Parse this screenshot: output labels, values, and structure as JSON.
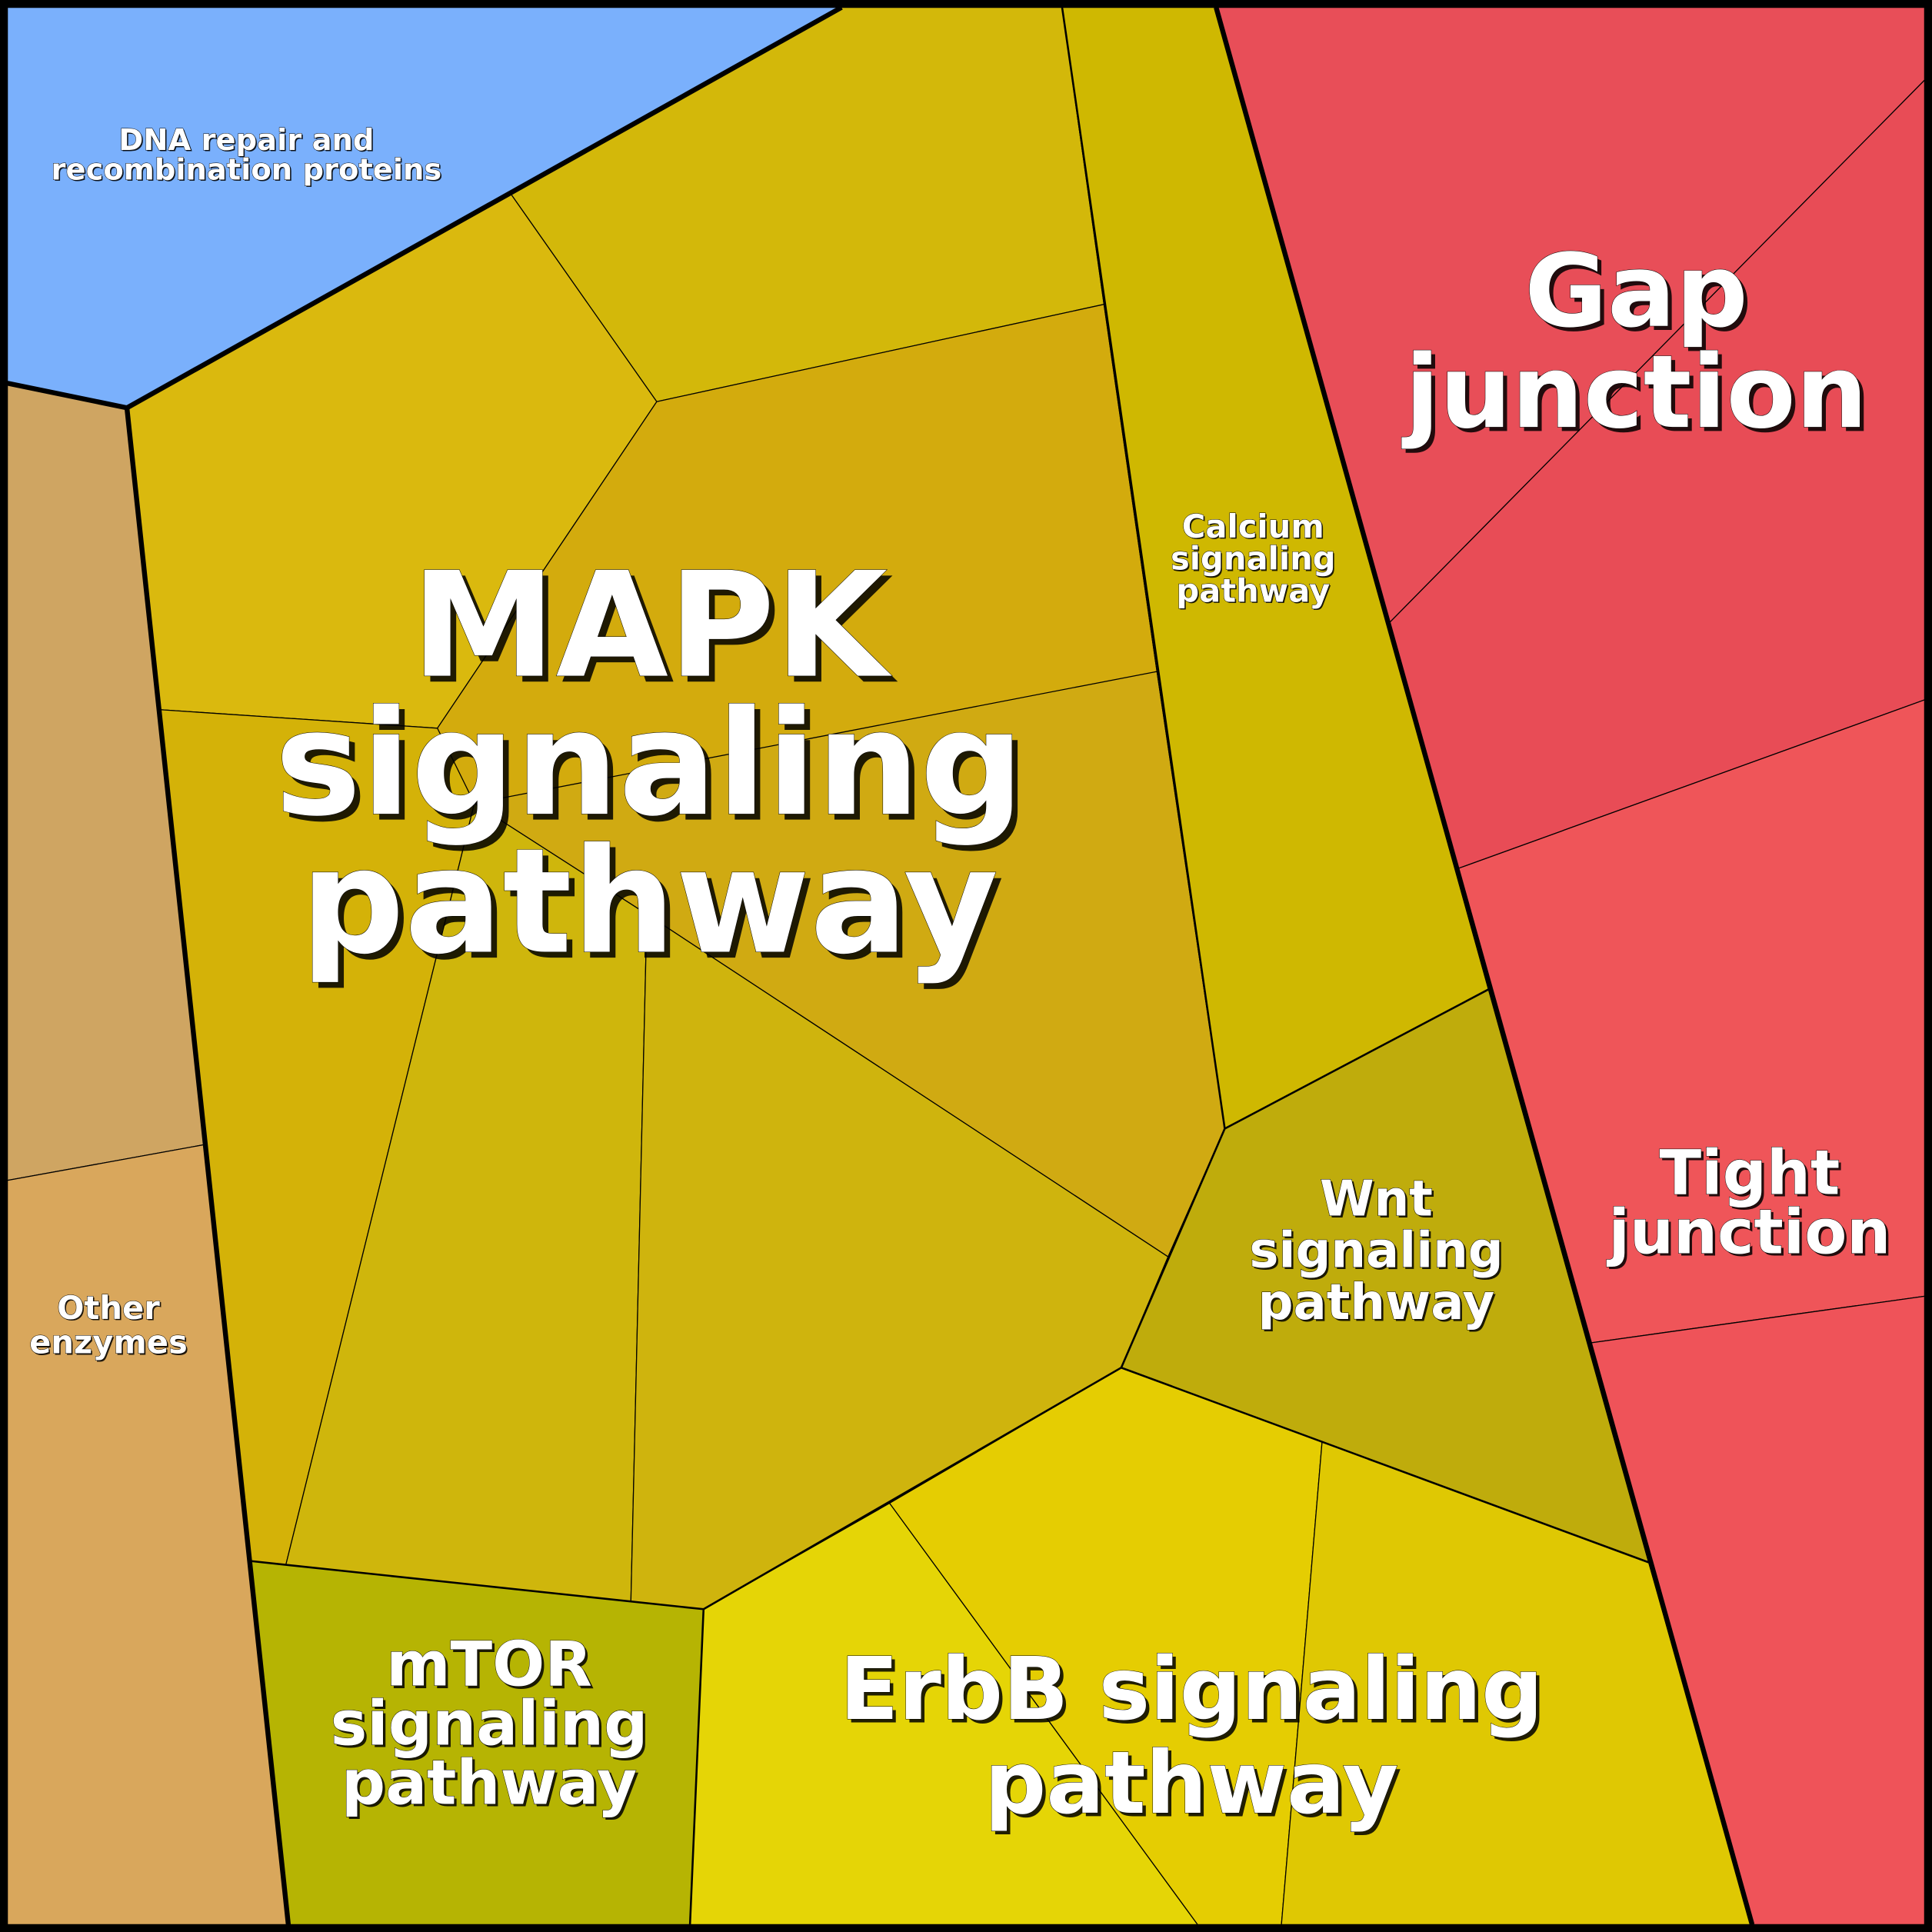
{
  "chart_data": {
    "type": "voronoi-treemap",
    "title": "",
    "groups": [
      {
        "name": "DNA repair and recombination proteins",
        "color": "#7ab0fc",
        "cells": [
          {
            "color": "#7ab0fc"
          }
        ]
      },
      {
        "name": "MAPK signaling pathway",
        "color": "#d2b30c",
        "cells": [
          {
            "color": "#d3b80a"
          },
          {
            "color": "#dab90e"
          },
          {
            "color": "#d3ab0d"
          },
          {
            "color": "#d0aa12"
          },
          {
            "color": "#d4b208"
          },
          {
            "color": "#cfb60c"
          },
          {
            "color": "#cfb40d"
          }
        ]
      },
      {
        "name": "Calcium signaling pathway",
        "color": "#cfb801",
        "cells": [
          {
            "color": "#cfb801"
          }
        ]
      },
      {
        "name": "Wnt signaling pathway",
        "color": "#bfac0c",
        "cells": [
          {
            "color": "#bfac0c"
          }
        ]
      },
      {
        "name": "mTOR signaling pathway",
        "color": "#b6b403",
        "cells": [
          {
            "color": "#b6b403"
          }
        ]
      },
      {
        "name": "ErbB signaling pathway",
        "color": "#e0c903",
        "cells": [
          {
            "color": "#e5d506"
          },
          {
            "color": "#e5cd02"
          },
          {
            "color": "#dfc803"
          }
        ]
      },
      {
        "name": "Gap junction",
        "color": "#e84e58",
        "cells": [
          {
            "color": "#e84e58"
          },
          {
            "color": "#e84c56"
          }
        ]
      },
      {
        "name": "Tight junction",
        "color": "#ef5559",
        "cells": [
          {
            "color": "#ef5559"
          },
          {
            "color": "#ef5359"
          }
        ]
      },
      {
        "name": "Other enzymes",
        "color": "#d9a75c",
        "cells": [
          {
            "color": "#cfa562"
          },
          {
            "color": "#d9a75c"
          }
        ]
      }
    ],
    "labels": {
      "dna": [
        "DNA repair and",
        "recombination proteins"
      ],
      "mapk": [
        "MAPK",
        "signaling",
        "pathway"
      ],
      "calcium": [
        "Calcium",
        "signaling",
        "pathway"
      ],
      "wnt": [
        "Wnt",
        "signaling",
        "pathway"
      ],
      "mtor": [
        "mTOR",
        "signaling",
        "pathway"
      ],
      "erbb": [
        "ErbB signaling",
        "pathway"
      ],
      "gap": [
        "Gap",
        "junction"
      ],
      "tight": [
        "Tight",
        "junction"
      ],
      "other": [
        "Other",
        "enzymes"
      ]
    },
    "border_color": "#000000"
  }
}
